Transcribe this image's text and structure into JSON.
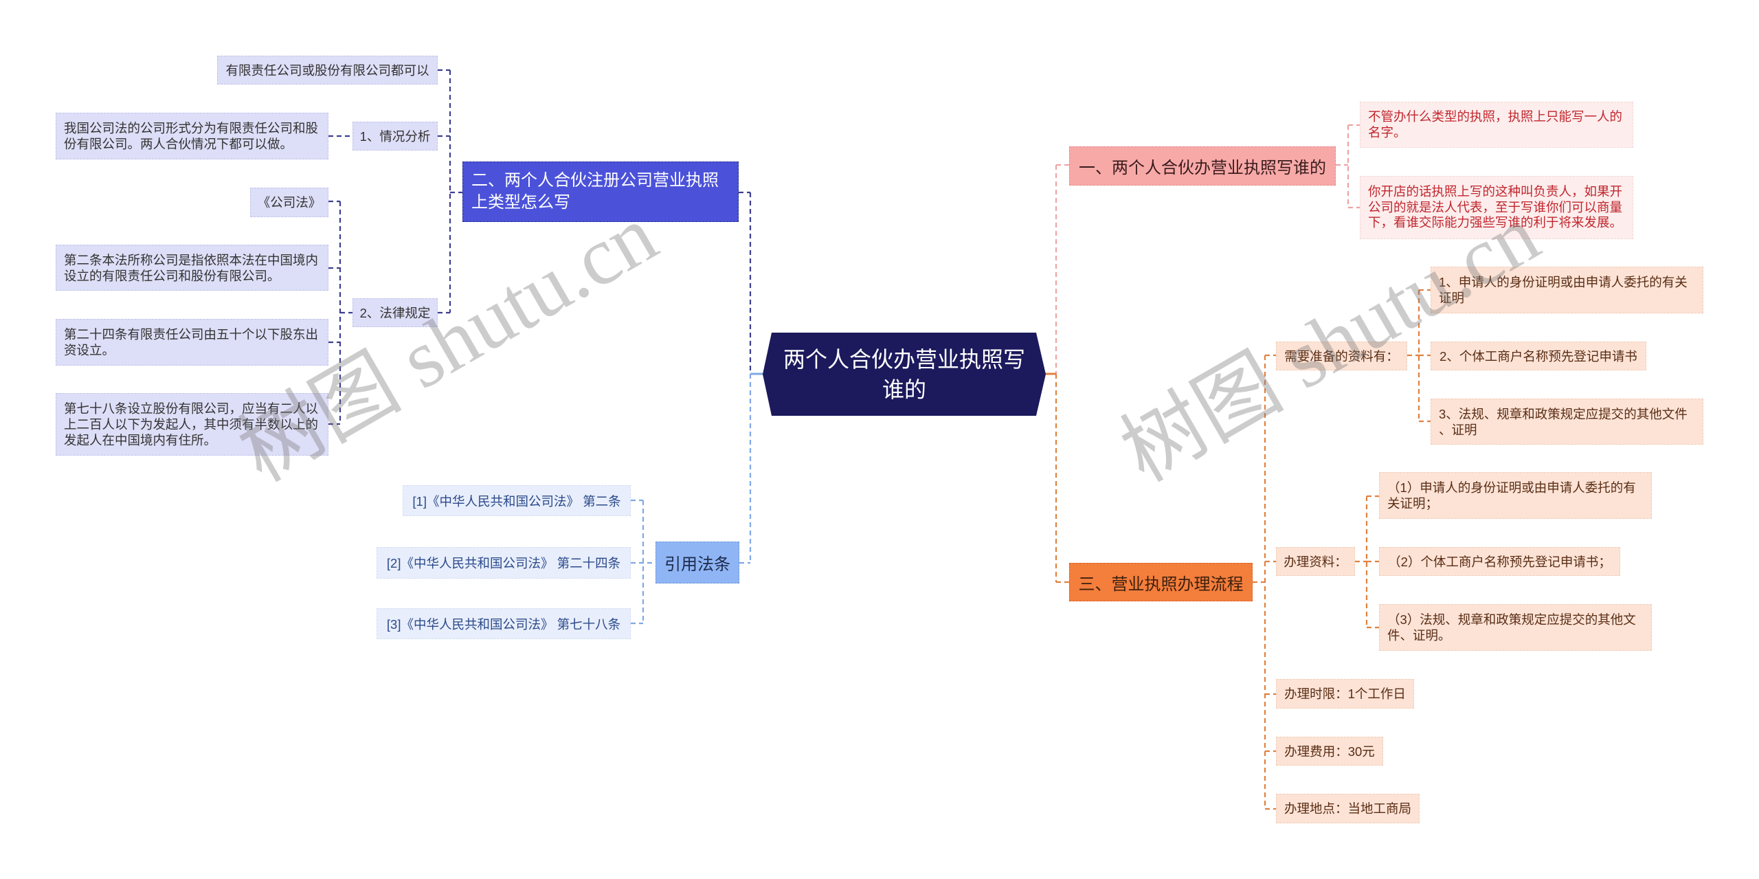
{
  "watermark": "树图 shutu.cn",
  "colors": {
    "center-bg": "#1c1a5c",
    "center-text": "#ffffff",
    "branch2-bg": "#4b52d9",
    "branch2-line": "#3c3f8f",
    "lavender-bg": "#dddef7",
    "lavender-text": "#333333",
    "ref-title-bg": "#8fb5f5",
    "ref-item-bg": "#e8eefb",
    "ref-item-text": "#2b4a8b",
    "ref-line": "#7fa8e4",
    "branch1-bg": "#f7a9a8",
    "branch1-child-bg": "#fdeded",
    "branch1-child-text": "#c0272d",
    "branch1-line": "#eea3a3",
    "branch3-bg": "#f47e3c",
    "branch3-child-bg": "#fce3d6",
    "branch3-child-text": "#5a2d14",
    "branch3-line": "#e0813f"
  },
  "center": {
    "title": "两个人合伙办营业执照写谁的"
  },
  "left": {
    "branch2": {
      "title": "二、两个人合伙注册公司营业执照上类型怎么写",
      "items": [
        {
          "label": "有限责任公司或股份有限公司都可以"
        },
        {
          "label": "1、情况分析",
          "children": [
            "我国公司法的公司形式分为有限责任公司和股份有限公司。两人合伙情况下都可以做。"
          ]
        },
        {
          "label": "2、法律规定",
          "children": [
            "《公司法》",
            "第二条本法所称公司是指依照本法在中国境内设立的有限责任公司和股份有限公司。",
            "第二十四条有限责任公司由五十个以下股东出资设立。",
            "第七十八条设立股份有限公司，应当有二人以上二百人以下为发起人，其中须有半数以上的发起人在中国境内有住所。"
          ]
        }
      ]
    },
    "references": {
      "title": "引用法条",
      "items": [
        "[1]《中华人民共和国公司法》 第二条",
        "[2]《中华人民共和国公司法》 第二十四条",
        "[3]《中华人民共和国公司法》 第七十八条"
      ]
    }
  },
  "right": {
    "branch1": {
      "title": "一、两个人合伙办营业执照写谁的",
      "items": [
        "不管办什么类型的执照，执照上只能写一人的名字。",
        "你开店的话执照上写的这种叫负责人，如果开公司的就是法人代表，至于写谁你们可以商量下，看谁交际能力强些写谁的利于将来发展。"
      ]
    },
    "branch3": {
      "title": "三、营业执照办理流程",
      "items": [
        {
          "label": "需要准备的资料有：",
          "children": [
            "1、申请人的身份证明或由申请人委托的有关证明",
            "2、个体工商户名称预先登记申请书",
            "3、法规、规章和政策规定应提交的其他文件、证明"
          ]
        },
        {
          "label": "办理资料：",
          "children": [
            "（1）申请人的身份证明或由申请人委托的有关证明；",
            "（2）个体工商户名称预先登记申请书；",
            "（3）法规、规章和政策规定应提交的其他文件、证明。"
          ]
        },
        {
          "label": "办理时限：1个工作日"
        },
        {
          "label": "办理费用：30元"
        },
        {
          "label": "办理地点：当地工商局"
        }
      ]
    }
  }
}
